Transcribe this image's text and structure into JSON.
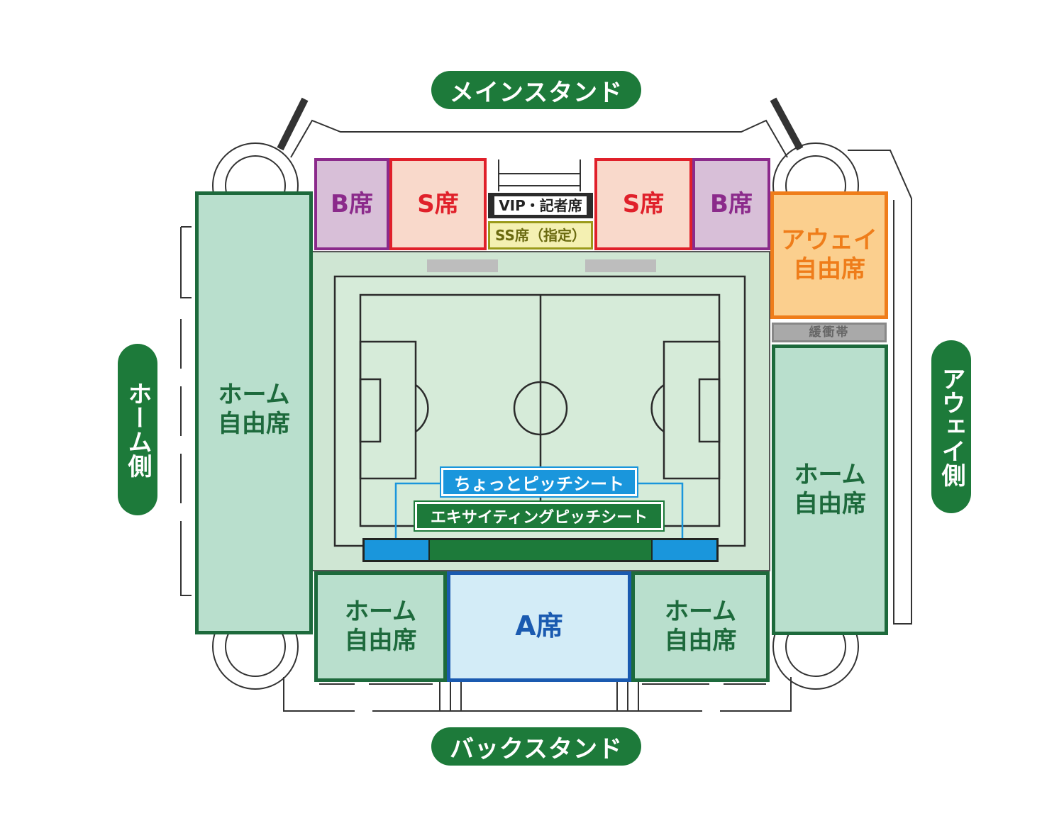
{
  "stands": {
    "main": "メインスタンド",
    "back": "バックスタンド",
    "home_side": "ホーム側",
    "away_side": "アウェイ側"
  },
  "seats": {
    "b_left": "B席",
    "s_left": "S席",
    "vip": "VIP・記者席",
    "ss": "SS席（指定）",
    "s_right": "S席",
    "b_right": "B席",
    "away_free_line1": "アウェイ",
    "away_free_line2": "自由席",
    "buffer": "緩衝帯",
    "home_left_line1": "ホーム",
    "home_left_line2": "自由席",
    "home_right_line1": "ホーム",
    "home_right_line2": "自由席",
    "home_back_left_line1": "ホーム",
    "home_back_left_line2": "自由席",
    "a_seat": "A席",
    "home_back_right_line1": "ホーム",
    "home_back_right_line2": "自由席",
    "chotto_pitch": "ちょっとピッチシート",
    "exciting_pitch": "エキサイティングピッチシート"
  },
  "colors": {
    "home_green": "#1d6a3c",
    "away_orange": "#ef7d1a",
    "b_purple": "#8b2a8b",
    "s_red": "#e0202a",
    "a_blue": "#1a5ab0",
    "pitch_seat_blue": "#1a96dc"
  }
}
